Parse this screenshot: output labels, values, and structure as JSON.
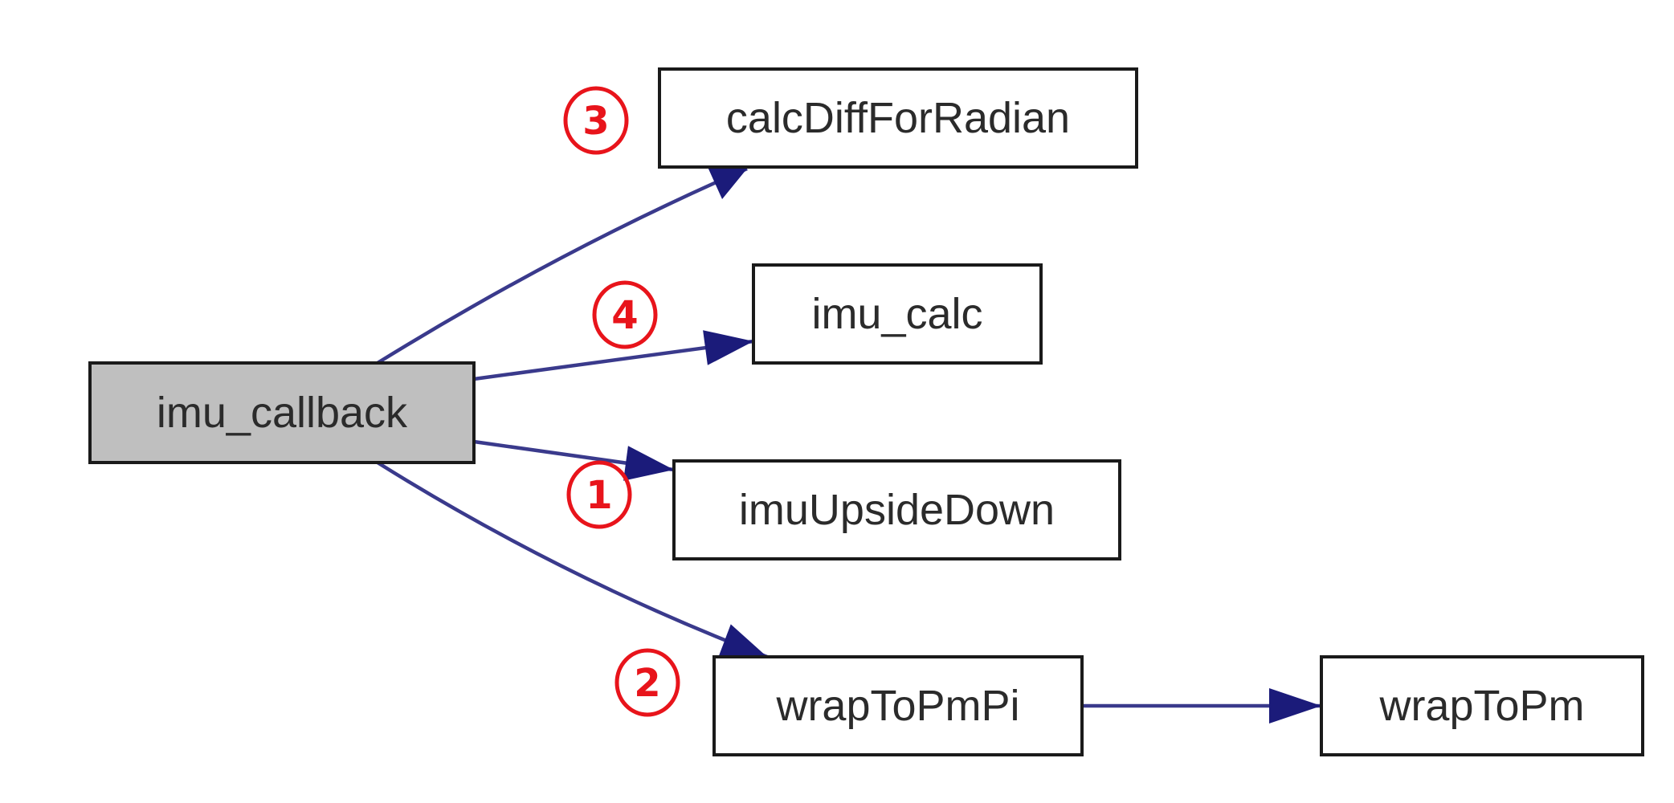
{
  "colors": {
    "node_stroke": "#1a1a1a",
    "root_fill": "#bfbfbf",
    "node_fill": "#ffffff",
    "edge": "#3a3a8c",
    "arrowhead": "#1b1b7a",
    "annotation": "#e8141b"
  },
  "nodes": {
    "imu_callback": {
      "label": "imu_callback",
      "root": true
    },
    "calcDiffForRadian": {
      "label": "calcDiffForRadian"
    },
    "imu_calc": {
      "label": "imu_calc"
    },
    "imuUpsideDown": {
      "label": "imuUpsideDown"
    },
    "wrapToPmPi": {
      "label": "wrapToPmPi"
    },
    "wrapToPm": {
      "label": "wrapToPm"
    }
  },
  "edges": [
    {
      "from": "imu_callback",
      "to": "calcDiffForRadian"
    },
    {
      "from": "imu_callback",
      "to": "imu_calc"
    },
    {
      "from": "imu_callback",
      "to": "imuUpsideDown"
    },
    {
      "from": "imu_callback",
      "to": "wrapToPmPi"
    },
    {
      "from": "wrapToPmPi",
      "to": "wrapToPm"
    }
  ],
  "annotations": {
    "calcDiffForRadian": "3",
    "imu_calc": "4",
    "imuUpsideDown": "1",
    "wrapToPmPi": "2"
  }
}
